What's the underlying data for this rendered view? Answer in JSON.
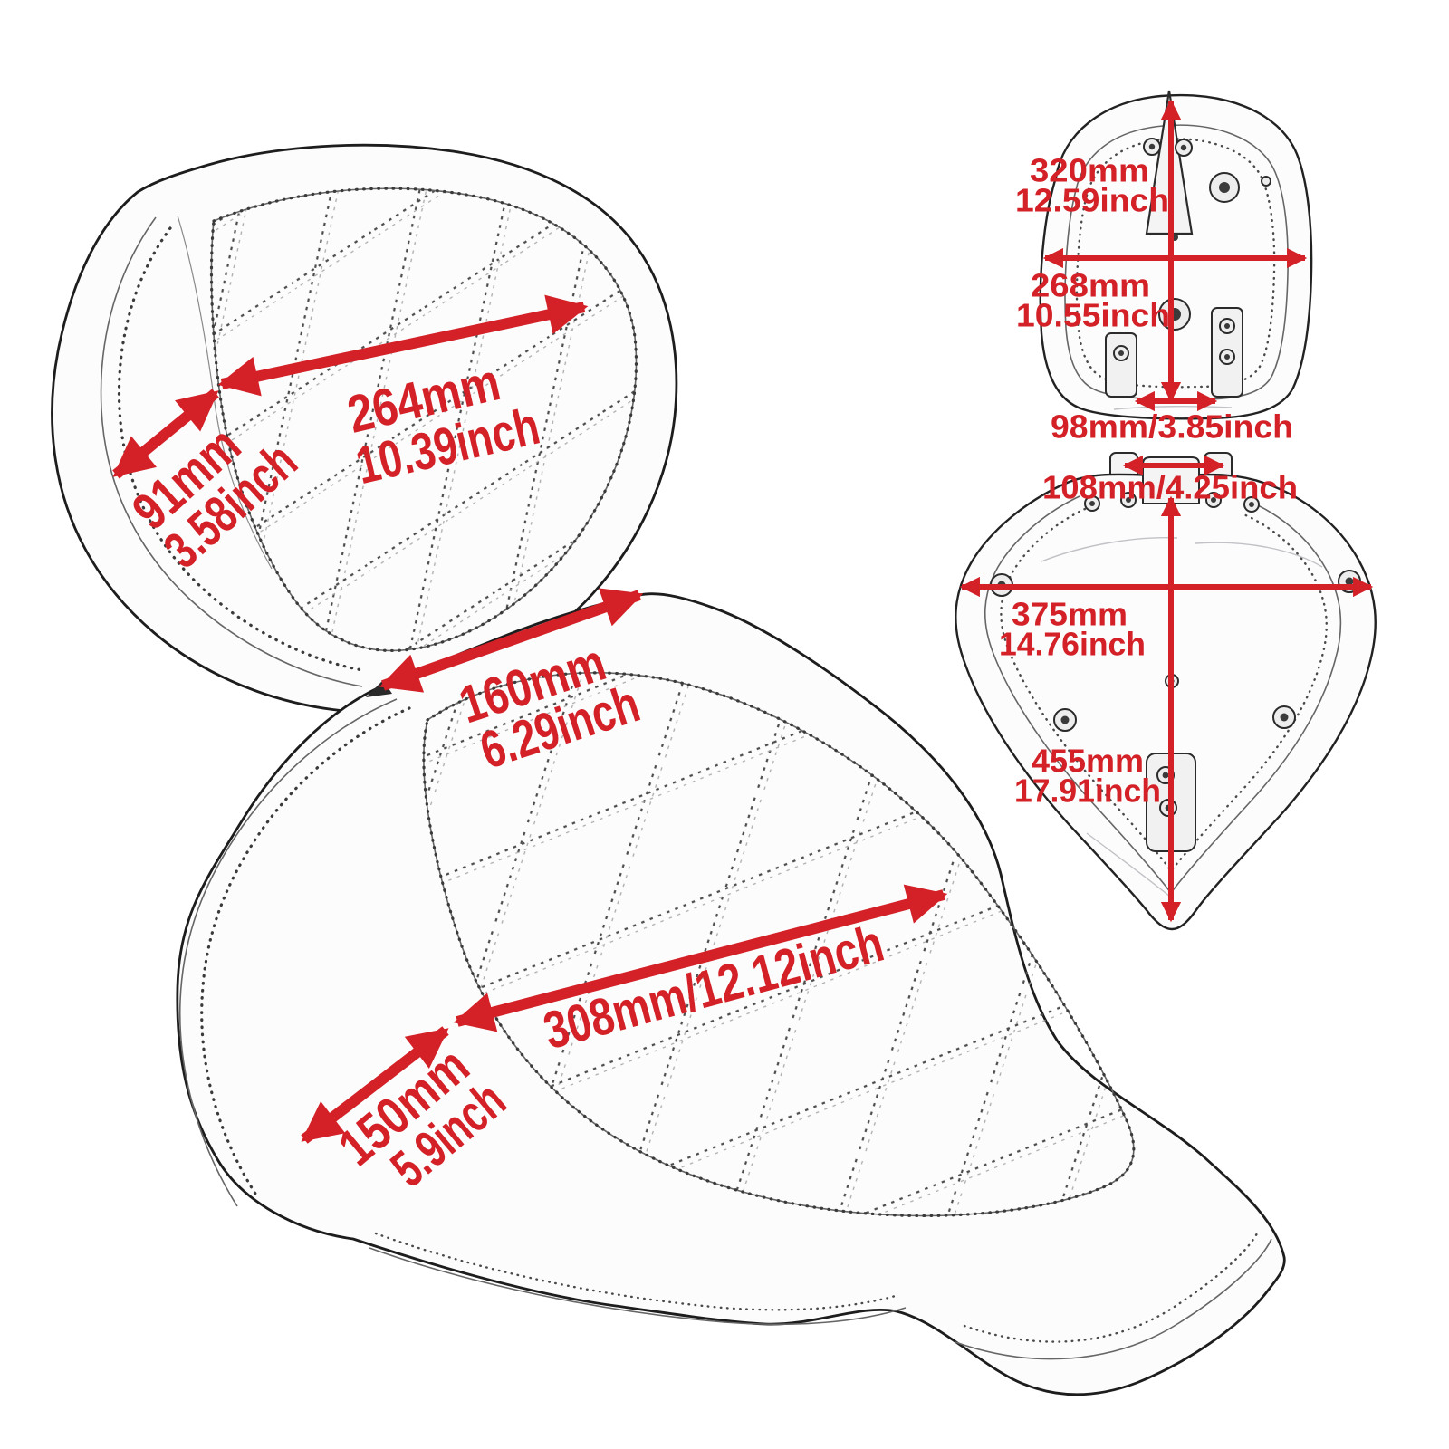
{
  "diagram": {
    "type": "product-dimension-diagram",
    "subject": "Motorcycle solo seat with detachable backrest pad: three-quarter view with diamond stitching plus bottom views of backrest pad and solo seat",
    "colors": {
      "accent": "#d32127",
      "line": "#1d1d1d",
      "background": "#ffffff"
    }
  },
  "main_view": {
    "d264": {
      "mm": "264mm",
      "inch": "10.39inch"
    },
    "d91": {
      "mm": "91mm",
      "inch": "3.58inch"
    },
    "d160": {
      "mm": "160mm",
      "inch": "6.29inch"
    },
    "d308": {
      "label": "308mm/12.12inch"
    },
    "d150": {
      "mm": "150mm",
      "inch": "5.9inch"
    }
  },
  "backrest_bottom_view": {
    "d320": {
      "mm": "320mm",
      "inch": "12.59inch"
    },
    "d268": {
      "mm": "268mm",
      "inch": "10.55inch"
    },
    "d98": {
      "label": "98mm/3.85inch"
    }
  },
  "seat_bottom_view": {
    "d108": {
      "label": "108mm/4.25inch"
    },
    "d375": {
      "mm": "375mm",
      "inch": "14.76inch"
    },
    "d455": {
      "mm": "455mm",
      "inch": "17.91inch"
    }
  }
}
